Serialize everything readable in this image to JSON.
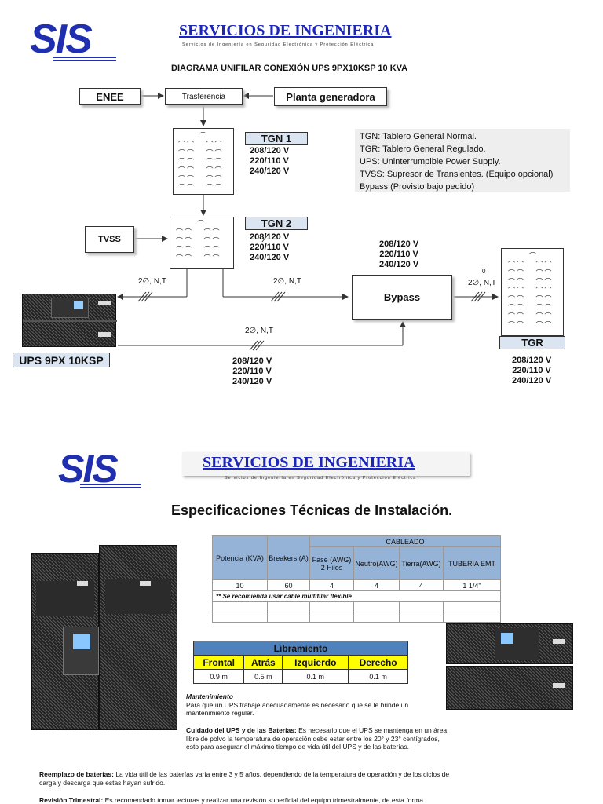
{
  "header1": {
    "logo": "SIS",
    "company": "SERVICIOS DE INGENIERIA",
    "tagline": "Servicios de Ingeniería en Seguridad Electrónica y Protección Eléctrica"
  },
  "diagram": {
    "title": "DIAGRAMA UNIFILAR CONEXIÓN UPS 9PX10KSP 10 KVA",
    "enee": "ENEE",
    "transfer": "Trasferencia",
    "generator": "Planta generadora",
    "tgn1": "TGN 1",
    "tgn2": "TGN 2",
    "tvss": "TVSS",
    "bypass": "Bypass",
    "tgr": "TGR",
    "ups": "UPS 9PX 10KSP",
    "v208": "208/120 V",
    "v220": "220/110 V",
    "v240": "240/120 V",
    "phase": "2∅, N,T",
    "zero": "0",
    "legend": [
      "TGN: Tablero General Normal.",
      "TGR: Tablero General Regulado.",
      "UPS: Uninterrumpible Power Supply.",
      "TVSS: Supresor de Transientes. (Equipo opcional)",
      "Bypass (Provisto bajo pedido)"
    ]
  },
  "header2": {
    "logo": "SIS",
    "company": "SERVICIOS DE INGENIERIA",
    "tagline": "Servicios de Ingeniería en Seguridad Electrónica y Protección Eléctrica"
  },
  "specs": {
    "title": "Especificaciones Técnicas de Instalación.",
    "table": {
      "potencia": "Potencia (KVA)",
      "breakers": "Breakers (A)",
      "cableado": "CABLEADO",
      "fase": "Fase (AWG) 2 Hilos",
      "neutro": "Neutro(AWG)",
      "tierra": "Tierra(AWG)",
      "tuberia": "TUBERIA EMT",
      "row": [
        "10",
        "60",
        "4",
        "4",
        "4",
        "1 1/4\""
      ],
      "note": "** Se recomienda usar cable multifilar flexible"
    },
    "clearance": {
      "title": "Libramiento",
      "headers": [
        "Frontal",
        "Atrás",
        "Izquierdo",
        "Derecho"
      ],
      "values": [
        "0.9 m",
        "0.5 m",
        "0.1 m",
        "0.1 m"
      ]
    },
    "mantenimiento_title": "Mantenimiento",
    "mantenimiento_text": "Para que un UPS trabaje adecuadamente es necesario que se le brinde un mantenimiento regular.",
    "cuidado_title": "Cuidado del UPS y de las Baterías:",
    "cuidado_text": "Es necesario que el UPS se mantenga en un área libre de polvo la temperatura de operación debe estar entre los 20° y 23° centígrados, esto para asegurar el máximo tiempo de vida útil del UPS y de las baterías.",
    "reemplazo_title": "Reemplazo de baterías:",
    "reemplazo_text": "La vida útil de las baterías varía entre 3 y 5 años, dependiendo de la temperatura de operación y de los ciclos de carga y descarga que estas hayan sufrido.",
    "revision_title": "Revisión Trimestral:",
    "revision_text": "Es recomendado tomar lecturas y realizar una revisión superficial del equipo trimestralmente, de esta forma"
  },
  "colors": {
    "brand": "#1c26b8",
    "table_header": "#95b3d7",
    "clearance_title": "#4f81bd",
    "clearance_header": "#ffff00",
    "tag_fill": "#dbe5f1"
  }
}
